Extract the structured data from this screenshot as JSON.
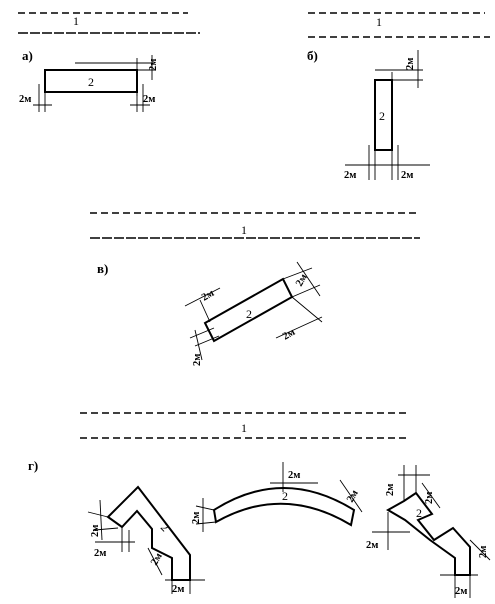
{
  "road_label": "1",
  "platform_label": "2",
  "dimension": "2м",
  "panels": {
    "a": "а)",
    "b": "б)",
    "v": "в)",
    "g": "г)"
  }
}
